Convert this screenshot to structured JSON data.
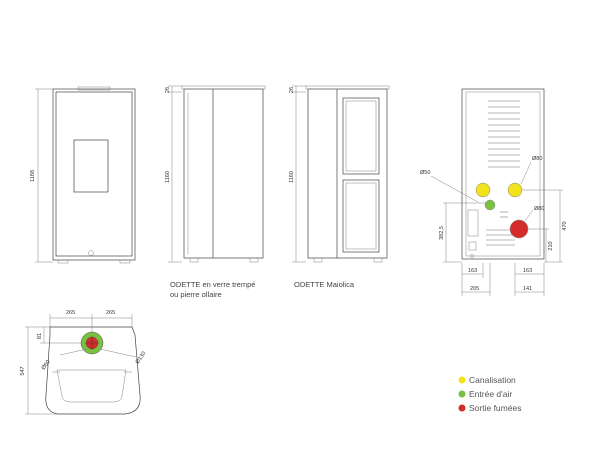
{
  "dims": {
    "front_height": "1188",
    "side_top": "26",
    "side_height": "1160",
    "maiolica_top": "26",
    "maiolica_height": "1160",
    "back_o50": "Ø50",
    "back_o80_top": "Ø80",
    "back_o80_mid": "Ø80",
    "back_382": "382,5",
    "back_210": "210",
    "back_470": "470",
    "back_163_left": "163",
    "back_163_right": "163",
    "back_205": "205",
    "back_141": "141",
    "top_265_left": "265",
    "top_265_right": "265",
    "top_81": "81",
    "top_547": "547",
    "top_o130": "Ø130",
    "top_o60": "Ø60"
  },
  "captions": {
    "glass_line1": "ODETTE en verre trempé",
    "glass_line2": "ou pierre ollaire",
    "maiolica": "ODETTE Maiolica"
  },
  "legend": [
    {
      "label": "Canalisation",
      "color": "#f2e21b"
    },
    {
      "label": "Entrée d'air",
      "color": "#7bc043"
    },
    {
      "label": "Sortie fumées",
      "color": "#d62b2b"
    }
  ],
  "colors": {
    "yellow": "#f2e21b",
    "green": "#7bc043",
    "red": "#d62b2b"
  }
}
